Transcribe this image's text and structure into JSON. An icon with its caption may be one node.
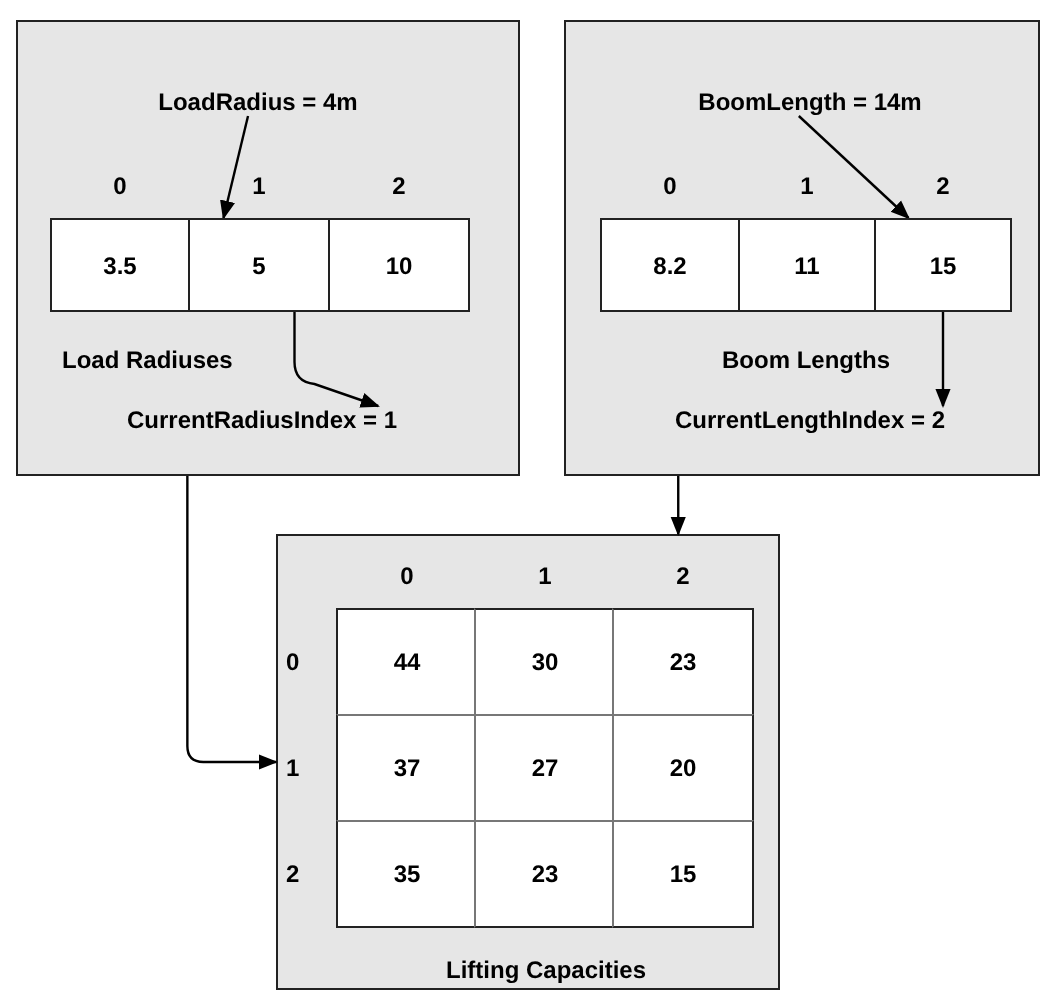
{
  "diagram": {
    "nodes": [
      {
        "text": [],
        "shape": "box"
      },
      {
        "text": [
          "LoadRadius = 4m"
        ],
        "in": 0
      },
      {
        "text": [
          "Load Radiuses"
        ],
        "in": 0
      },
      {
        "text": [
          "3.5"
        ],
        "in": 2,
        "beside": [
          "0"
        ]
      },
      {
        "text": [
          "5"
        ],
        "in": 2,
        "beside": [
          "1"
        ]
      },
      {
        "text": [
          "10"
        ],
        "in": 2,
        "beside": [
          "2"
        ]
      },
      {
        "text": [
          "CurrentRadiusIndex = 1"
        ],
        "in": 0
      },
      {
        "text": [],
        "shape": "box"
      },
      {
        "text": [
          "BoomLength = 14m"
        ],
        "in": 7
      },
      {
        "text": [
          "Boom Lengths"
        ],
        "in": 7
      },
      {
        "text": [
          "8.2"
        ],
        "in": 9,
        "beside": [
          "0"
        ]
      },
      {
        "text": [
          "11"
        ],
        "in": 9,
        "beside": [
          "1"
        ]
      },
      {
        "text": [
          "15"
        ],
        "in": 9,
        "beside": [
          "2"
        ]
      },
      {
        "text": [
          "CurrentLengthIndex = 2"
        ],
        "in": 7
      },
      {
        "text": [],
        "shape": "box"
      },
      {
        "text": [
          "Lifting Capacities"
        ],
        "in": 14
      },
      {
        "text": [
          "44"
        ],
        "in": 15,
        "beside": [
          "0",
          "0"
        ]
      },
      {
        "text": [
          "30"
        ],
        "in": 15,
        "beside": [
          "1"
        ]
      },
      {
        "text": [
          "23"
        ],
        "in": 15,
        "beside": [
          "2"
        ]
      },
      {
        "text": [
          "37"
        ],
        "in": 15,
        "beside": [
          "1"
        ]
      },
      {
        "text": [
          "27"
        ],
        "in": 15
      },
      {
        "text": [
          "20"
        ],
        "in": 15
      },
      {
        "text": [
          "35"
        ],
        "in": 15,
        "beside": [
          "2"
        ]
      },
      {
        "text": [
          "23"
        ],
        "in": 15
      },
      {
        "text": [
          "15"
        ],
        "in": 15
      }
    ],
    "edges": [
      {
        "from": 1,
        "to": 4,
        "arrow": "to"
      },
      {
        "from": 4,
        "to": 6,
        "arrow": "to"
      },
      {
        "from": 8,
        "to": 12,
        "arrow": "to"
      },
      {
        "from": 12,
        "to": 13,
        "arrow": "to"
      },
      {
        "from": 0,
        "to": 14,
        "arrow": "to"
      },
      {
        "from": 7,
        "to": 14,
        "arrow": "to"
      }
    ]
  }
}
